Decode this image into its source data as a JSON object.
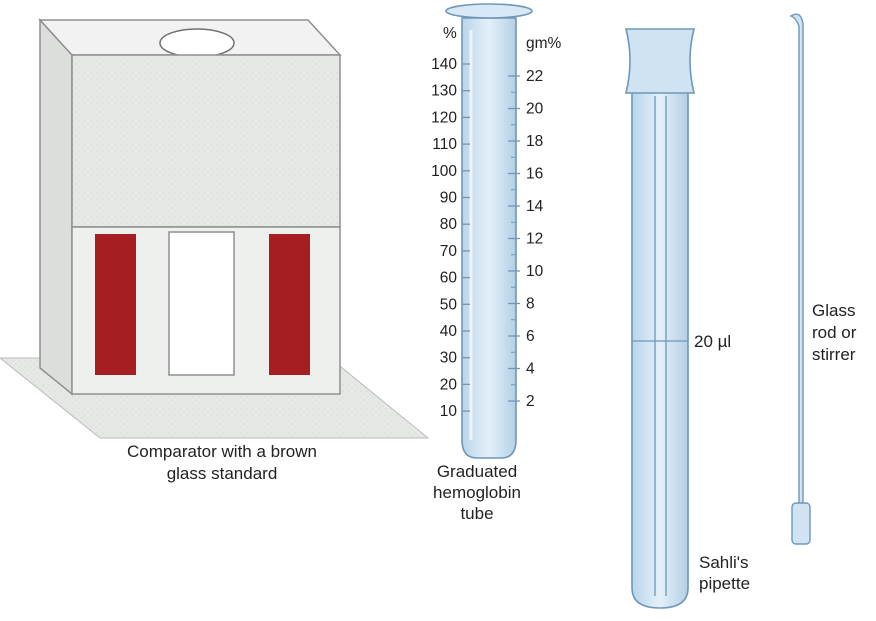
{
  "comparator": {
    "caption_line1": "Comparator with a brown",
    "caption_line2": "glass standard"
  },
  "hemoglobin_tube": {
    "left_unit": "%",
    "right_unit": "gm%",
    "left_scale": [
      "140",
      "130",
      "120",
      "110",
      "100",
      "90",
      "80",
      "70",
      "60",
      "50",
      "40",
      "30",
      "20",
      "10"
    ],
    "right_scale": [
      "22",
      "20",
      "18",
      "16",
      "14",
      "12",
      "10",
      "8",
      "6",
      "4",
      "2"
    ],
    "caption_line1": "Graduated",
    "caption_line2": "hemoglobin",
    "caption_line3": "tube"
  },
  "pipette": {
    "mark_label": "20 µl",
    "caption_line1": "Sahli's",
    "caption_line2": "pipette"
  },
  "glass_rod": {
    "caption_line1": "Glass",
    "caption_line2": "rod or",
    "caption_line3": "stirrer"
  },
  "colors": {
    "standard_brown": "#a61e22",
    "tube_fill": "#cfe3f2",
    "tube_outline": "#6f97b8",
    "comparator_panel": "#e9ebe9"
  }
}
